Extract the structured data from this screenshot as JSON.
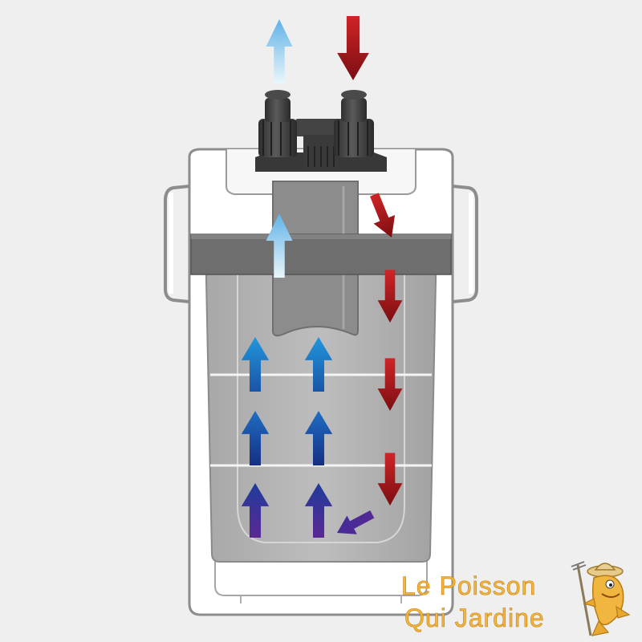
{
  "diagram": {
    "subject": "canister-filter-water-flow",
    "colors": {
      "inflow_red_dark": "#7a0e12",
      "inflow_red_light": "#d02426",
      "outflow_light_top": "#e9f5fb",
      "outflow_light_bottom": "#5fb2e6",
      "filtered_blue_top": "#1f8fd4",
      "filtered_blue_bottom": "#1a55a6",
      "mid_blue_top": "#1f6ec4",
      "mid_blue_bottom": "#152f83",
      "bottom_purple_top": "#1e3c9c",
      "bottom_purple_bottom": "#5a2893",
      "canister_gray": "#b3b3b3",
      "body_white": "#ffffff",
      "outline_gray": "#8d8d8d",
      "clamp_gray": "#6e6e6e",
      "valve_dark": "#3c3c3c"
    }
  },
  "logo": {
    "line1": "Le Poisson",
    "line2": "Qui Jardine",
    "text_color": "#f2b53d",
    "mascot_icon": "fish-gardener-mascot-icon"
  }
}
